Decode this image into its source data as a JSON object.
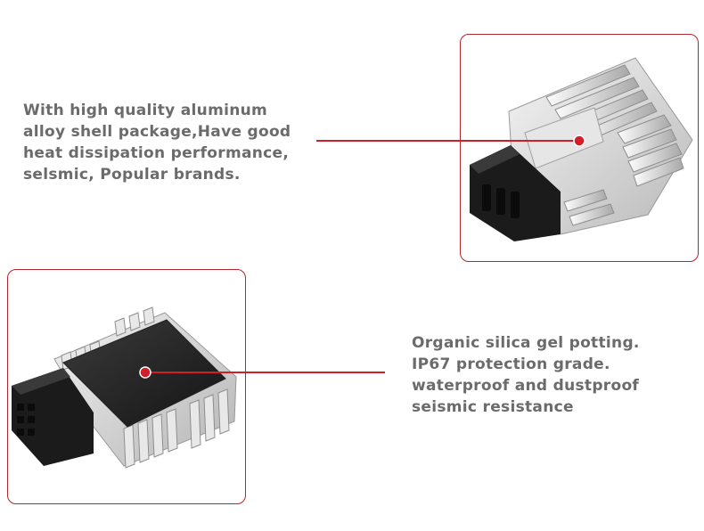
{
  "features": [
    {
      "lines": [
        "With high quality aluminum",
        "alloy shell package,Have good",
        "heat dissipation performance,",
        "selsmic, Popular brands."
      ]
    },
    {
      "lines": [
        "Organic silica gel potting.",
        "IP67 protection grade.",
        "waterproof and dustproof",
        "seismic resistance"
      ]
    }
  ],
  "colors": {
    "accent": "#d11f2a",
    "frame_border": "#b3262e",
    "text": "#6b6b6b"
  },
  "icons": [
    "aluminum-converter-top-image",
    "potted-converter-bottom-image"
  ]
}
